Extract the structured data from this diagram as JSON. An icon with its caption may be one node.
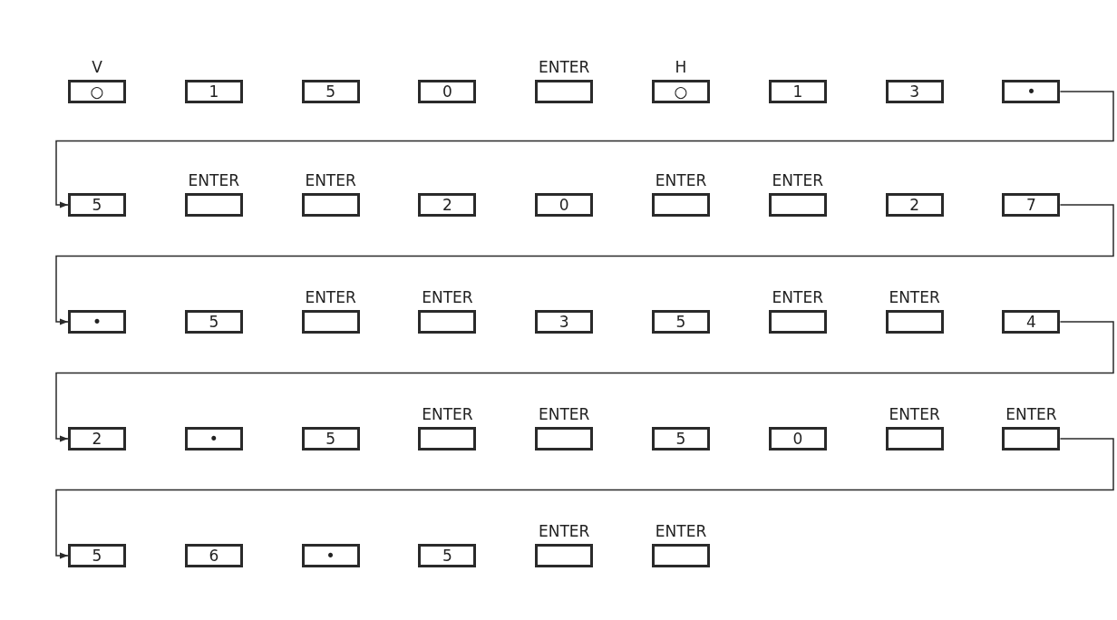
{
  "diagram": {
    "nodes": [
      {
        "text": [
          "○"
        ],
        "beside": [
          "V"
        ]
      },
      {
        "text": [
          "1"
        ]
      },
      {
        "text": [
          "5"
        ]
      },
      {
        "text": [
          "0"
        ]
      },
      {
        "text": [],
        "shape": "box",
        "beside": [
          "ENTER"
        ]
      },
      {
        "text": [
          "○"
        ],
        "beside": [
          "H"
        ]
      },
      {
        "text": [
          "1"
        ]
      },
      {
        "text": [
          "3"
        ]
      },
      {
        "text": [
          "•"
        ]
      },
      {
        "text": [
          "5"
        ]
      },
      {
        "text": [],
        "shape": "box",
        "beside": [
          "ENTER"
        ]
      },
      {
        "text": [],
        "shape": "box",
        "beside": [
          "ENTER"
        ]
      },
      {
        "text": [
          "2"
        ]
      },
      {
        "text": [
          "0"
        ]
      },
      {
        "text": [],
        "shape": "box",
        "beside": [
          "ENTER"
        ]
      },
      {
        "text": [],
        "shape": "box",
        "beside": [
          "ENTER"
        ]
      },
      {
        "text": [
          "2"
        ]
      },
      {
        "text": [
          "7"
        ]
      },
      {
        "text": [
          "•"
        ]
      },
      {
        "text": [
          "5"
        ]
      },
      {
        "text": [],
        "shape": "box",
        "beside": [
          "ENTER"
        ]
      },
      {
        "text": [],
        "shape": "box",
        "beside": [
          "ENTER"
        ]
      },
      {
        "text": [
          "3"
        ]
      },
      {
        "text": [
          "5"
        ]
      },
      {
        "text": [],
        "shape": "box",
        "beside": [
          "ENTER"
        ]
      },
      {
        "text": [],
        "shape": "box",
        "beside": [
          "ENTER"
        ]
      },
      {
        "text": [
          "4"
        ]
      },
      {
        "text": [
          "2"
        ]
      },
      {
        "text": [
          "•"
        ]
      },
      {
        "text": [
          "5"
        ]
      },
      {
        "text": [],
        "shape": "box",
        "beside": [
          "ENTER"
        ]
      },
      {
        "text": [],
        "shape": "box",
        "beside": [
          "ENTER"
        ]
      },
      {
        "text": [
          "5"
        ]
      },
      {
        "text": [
          "0"
        ]
      },
      {
        "text": [],
        "shape": "box",
        "beside": [
          "ENTER"
        ]
      },
      {
        "text": [],
        "shape": "box",
        "beside": [
          "ENTER"
        ]
      },
      {
        "text": [
          "5"
        ]
      },
      {
        "text": [
          "6"
        ]
      },
      {
        "text": [
          "•"
        ]
      },
      {
        "text": [
          "5"
        ]
      },
      {
        "text": [],
        "shape": "box",
        "beside": [
          "ENTER"
        ]
      },
      {
        "text": [],
        "shape": "box",
        "beside": [
          "ENTER"
        ]
      }
    ],
    "edges": [
      {
        "from": 8,
        "to": 9,
        "arrow": "to"
      },
      {
        "from": 17,
        "to": 18,
        "arrow": "to"
      },
      {
        "from": 26,
        "to": 27,
        "arrow": "to"
      },
      {
        "from": 35,
        "to": 36,
        "arrow": "to"
      }
    ]
  }
}
